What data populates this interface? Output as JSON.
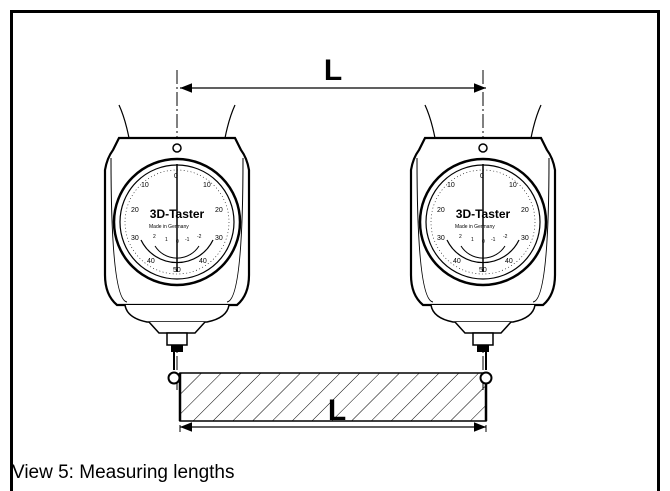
{
  "caption": "View 5: Measuring lengths",
  "dimension_top_label": "L",
  "dimension_bottom_label": "L",
  "probe_left": {
    "brand": "3D-Taster",
    "scale_numbers": [
      "10",
      "20",
      "30",
      "40",
      "50",
      "40",
      "30",
      "20",
      "10",
      "0"
    ],
    "made_in": "Made in Germany",
    "minor_scale": [
      "2",
      "1",
      "0",
      "-1",
      "-2"
    ]
  },
  "probe_right": {
    "brand": "3D-Taster",
    "scale_numbers": [
      "10",
      "20",
      "30",
      "40",
      "50",
      "40",
      "30",
      "20",
      "10",
      "0"
    ],
    "made_in": "Made in Germany",
    "minor_scale": [
      "2",
      "1",
      "0",
      "-1",
      "-2"
    ]
  },
  "colors": {
    "ink": "#000000",
    "paper": "#ffffff"
  }
}
